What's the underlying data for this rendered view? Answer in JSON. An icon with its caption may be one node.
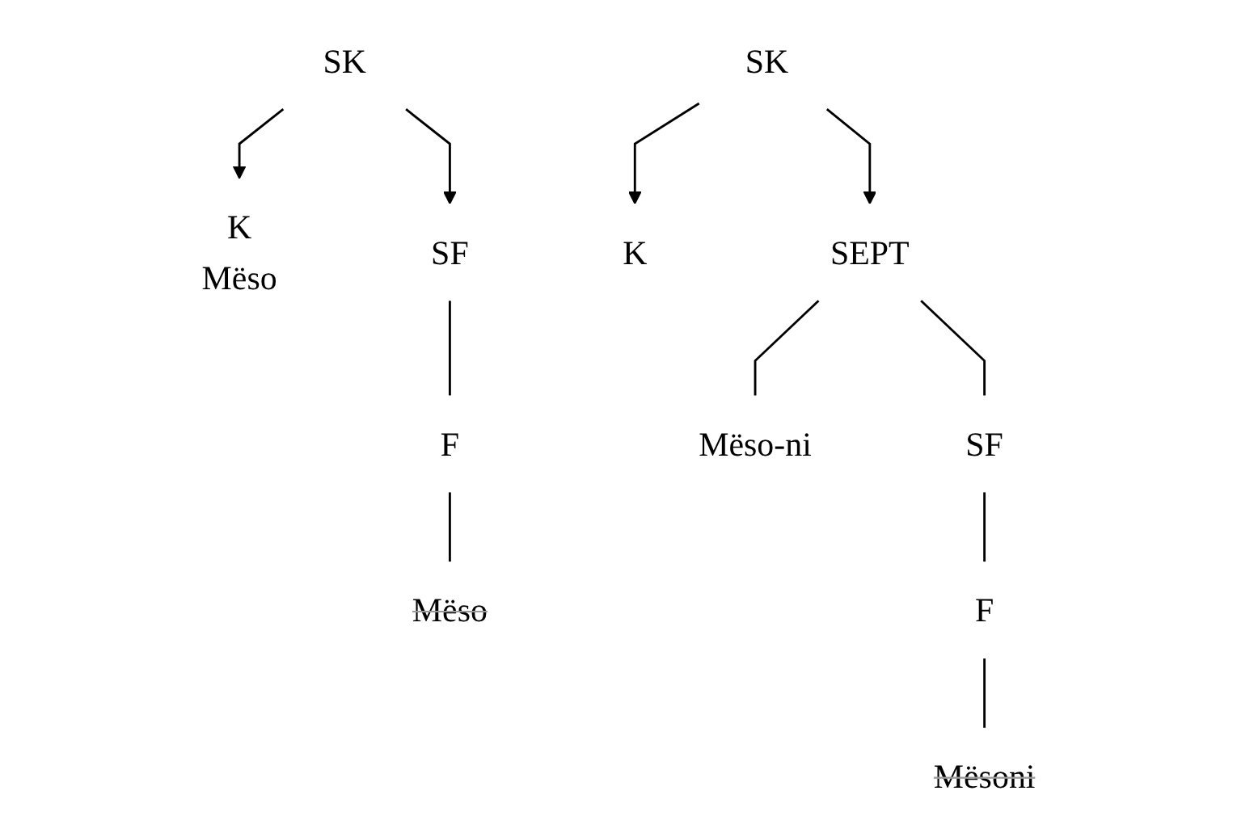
{
  "diagram": {
    "nodes": [
      {
        "text": [
          "SK"
        ]
      },
      {
        "text": [
          "K",
          "Mëso"
        ]
      },
      {
        "text": [
          "SF"
        ]
      },
      {
        "text": [
          "F"
        ]
      },
      {
        "text": [
          "Mëso"
        ]
      },
      {
        "text": [
          "SK"
        ]
      },
      {
        "text": [
          "K"
        ]
      },
      {
        "text": [
          "SEPT"
        ]
      },
      {
        "text": [
          "Mëso-ni"
        ]
      },
      {
        "text": [
          "SF"
        ]
      },
      {
        "text": [
          "F"
        ]
      },
      {
        "text": [
          "Mësoni"
        ]
      }
    ],
    "edges": [
      {
        "from": 0,
        "to": 1,
        "arrow": "to"
      },
      {
        "from": 0,
        "to": 2,
        "arrow": "to"
      },
      {
        "from": 2,
        "to": 3,
        "arrow": "none"
      },
      {
        "from": 3,
        "to": 4,
        "arrow": "none"
      },
      {
        "from": 5,
        "to": 6,
        "arrow": "to"
      },
      {
        "from": 5,
        "to": 7,
        "arrow": "to"
      },
      {
        "from": 7,
        "to": 8,
        "arrow": "none"
      },
      {
        "from": 7,
        "to": 9,
        "arrow": "none"
      },
      {
        "from": 9,
        "to": 10,
        "arrow": "none"
      },
      {
        "from": 10,
        "to": 11,
        "arrow": "none"
      }
    ]
  }
}
